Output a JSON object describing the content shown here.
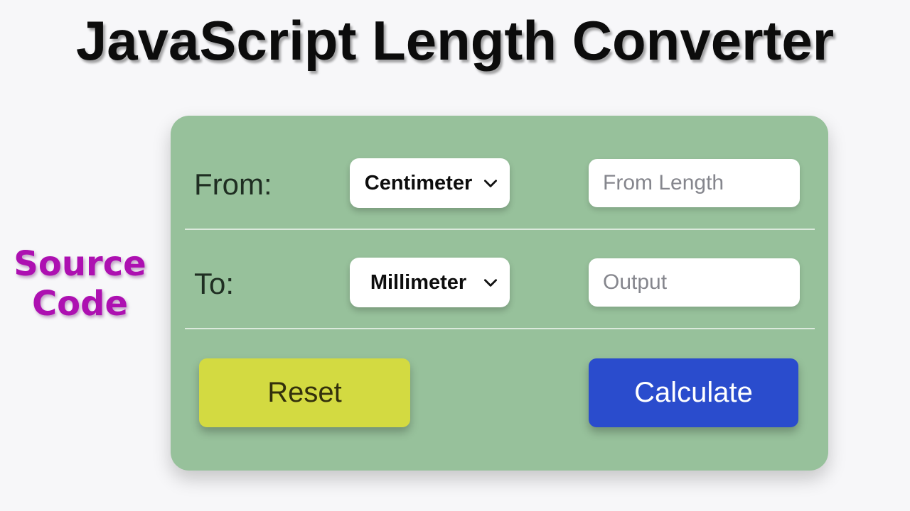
{
  "page": {
    "title": "JavaScript Length Converter",
    "background_color": "#f7f7f9"
  },
  "watermark": {
    "line1": "Source",
    "line2": "Code",
    "color": "#ad10b1"
  },
  "converter": {
    "card_color": "#97c19b",
    "from": {
      "label": "From:",
      "selected_unit": "Centimeter",
      "input_placeholder": "From Length",
      "input_value": ""
    },
    "to": {
      "label": "To:",
      "selected_unit": "Millimeter",
      "input_placeholder": "Output",
      "input_value": ""
    },
    "buttons": {
      "reset_label": "Reset",
      "reset_color": "#d3da41",
      "calculate_label": "Calculate",
      "calculate_color": "#2a4ccd"
    },
    "icons": {
      "select_arrow": "chevron-down"
    }
  }
}
